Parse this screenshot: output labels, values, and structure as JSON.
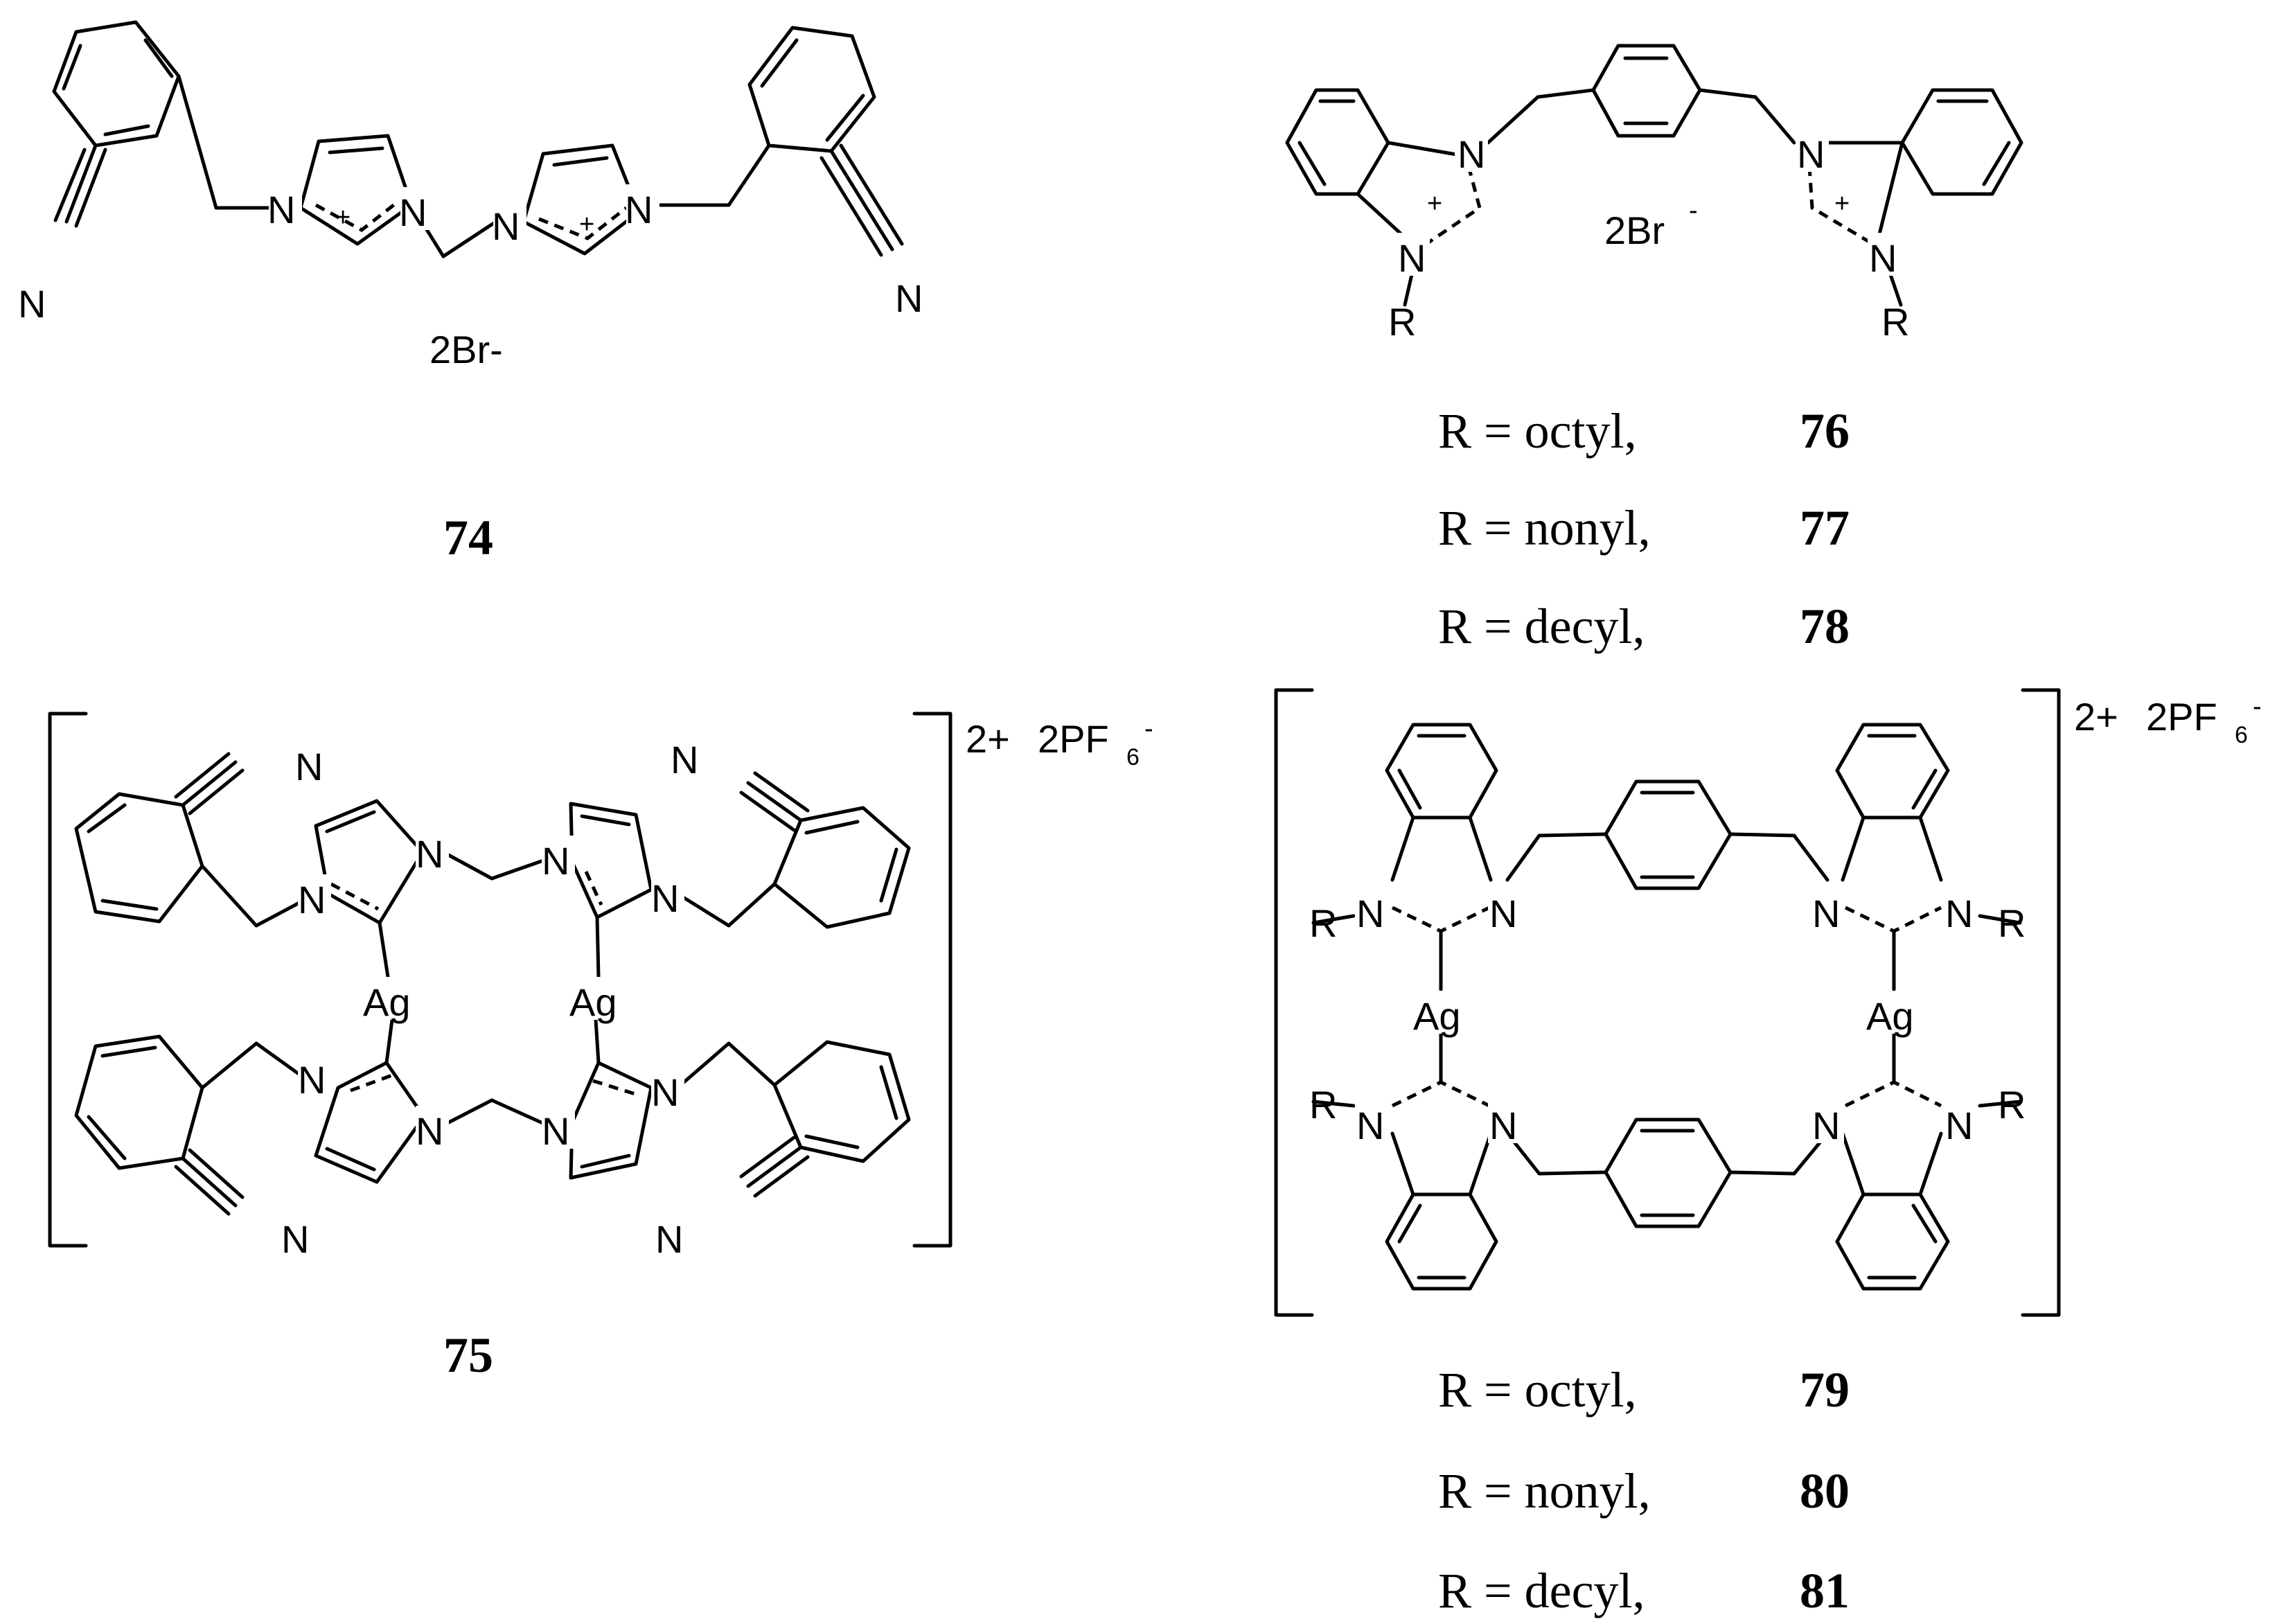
{
  "atoms": {
    "N": "N",
    "Ag": "Ag",
    "R": "R",
    "plus": "+",
    "minus": "-"
  },
  "counterions": {
    "bromide_74": "2Br-",
    "bromide_76": "2Br",
    "charge": "2+",
    "pf6": "2PF",
    "pf6_sub": "6"
  },
  "compounds": {
    "c74": "74",
    "c75": "75"
  },
  "series_top": [
    {
      "label": "R = octyl,",
      "number": "76"
    },
    {
      "label": "R = nonyl,",
      "number": "77"
    },
    {
      "label": "R = decyl,",
      "number": "78"
    }
  ],
  "series_bottom": [
    {
      "label": "R = octyl,",
      "number": "79"
    },
    {
      "label": "R = nonyl,",
      "number": "80"
    },
    {
      "label": "R = decyl,",
      "number": "81"
    }
  ]
}
